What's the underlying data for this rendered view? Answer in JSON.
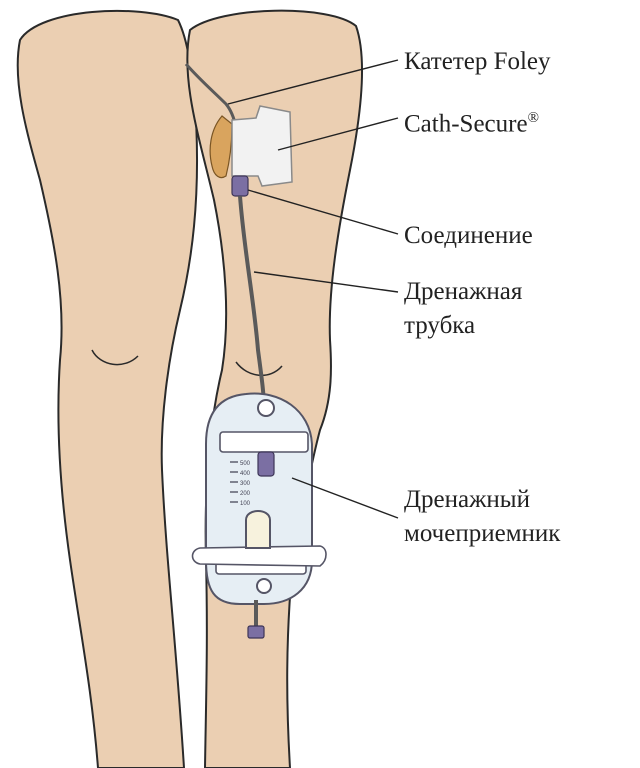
{
  "colors": {
    "skin": "#ebcfb2",
    "skin_outline": "#2a2a2a",
    "tube": "#ffffff",
    "tube_outline": "#5a5a5a",
    "pad": "#f2f2f2",
    "connector": "#7b6fa3",
    "catheter": "#d9a45e",
    "bag": "#e6eef4",
    "strap": "#ffffff",
    "label_text": "#222222"
  },
  "labels": {
    "foley": "Катетер Foley",
    "secure": "Cath-Secure",
    "secure_mark": "®",
    "connection": "Соединение",
    "tube_line1": "Дренажная",
    "tube_line2": "трубка",
    "bag_line1": "Дренажный",
    "bag_line2": "мочеприемник"
  },
  "bag_scale": [
    "500",
    "400",
    "300",
    "200",
    "100"
  ]
}
